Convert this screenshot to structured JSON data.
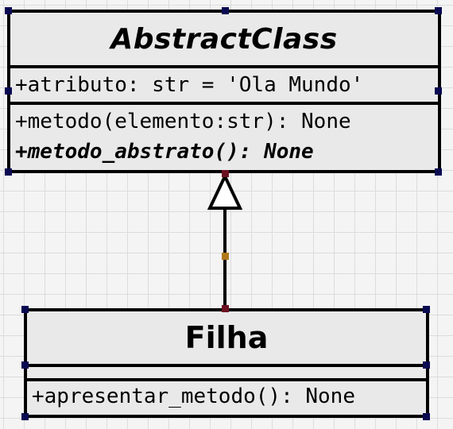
{
  "abstract_class": {
    "name": "AbstractClass",
    "attributes": [
      "+atributo: str = 'Ola Mundo'"
    ],
    "operations": [
      "+metodo(elemento:str): None",
      "+metodo_abstrato(): None"
    ]
  },
  "child_class": {
    "name": "Filha",
    "attributes": [],
    "operations": [
      "+apresentar_metodo(): None"
    ]
  }
}
